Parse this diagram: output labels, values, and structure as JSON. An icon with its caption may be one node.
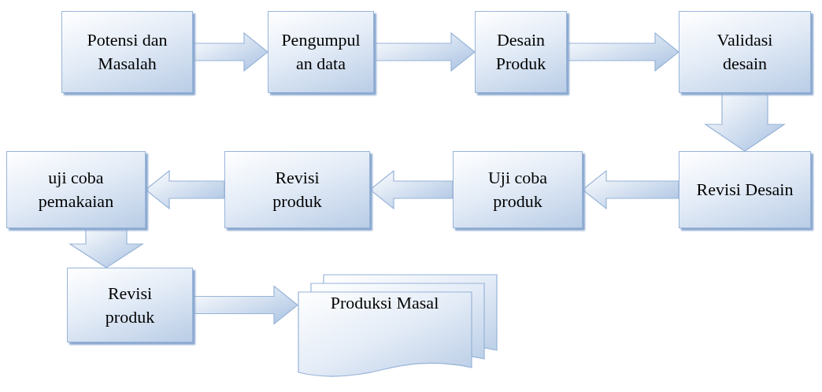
{
  "diagram": {
    "nodes": [
      {
        "text": [
          "Potensi dan Masalah"
        ]
      },
      {
        "text": [
          "Pengumpul an data"
        ]
      },
      {
        "text": [
          "Desain Produk"
        ]
      },
      {
        "text": [
          "Validasi desain"
        ]
      },
      {
        "text": [
          "Revisi Desain"
        ]
      },
      {
        "text": [
          "Uji coba produk"
        ]
      },
      {
        "text": [
          "Revisi produk"
        ]
      },
      {
        "text": [
          "uji coba pemakaian"
        ]
      },
      {
        "text": [
          "Revisi produk"
        ]
      },
      {
        "text": [
          "Produksi Masal"
        ]
      }
    ],
    "edges": [
      {
        "from": 0,
        "to": 1,
        "arrow": "to"
      },
      {
        "from": 1,
        "to": 2,
        "arrow": "to"
      },
      {
        "from": 2,
        "to": 3,
        "arrow": "to"
      },
      {
        "from": 3,
        "to": 4,
        "arrow": "to"
      },
      {
        "from": 4,
        "to": 5,
        "arrow": "to"
      },
      {
        "from": 5,
        "to": 6,
        "arrow": "to"
      },
      {
        "from": 6,
        "to": 7,
        "arrow": "to"
      },
      {
        "from": 7,
        "to": 8,
        "arrow": "to"
      },
      {
        "from": 8,
        "to": 9,
        "arrow": "to"
      }
    ]
  }
}
